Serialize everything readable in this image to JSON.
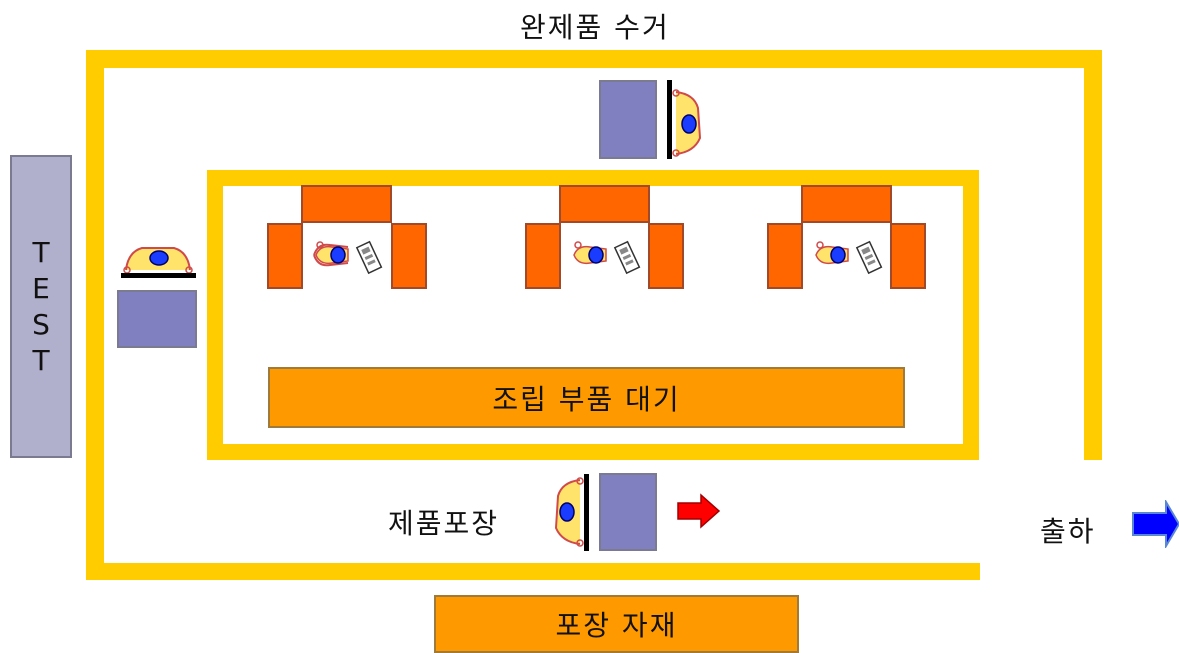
{
  "labels": {
    "top": "완제품 수거",
    "test": [
      "T",
      "E",
      "S",
      "T"
    ],
    "assembly_waiting": "조립 부품 대기",
    "packaging": "제품포장",
    "shipping": "출하",
    "packaging_material": "포장 자재"
  },
  "colors": {
    "belt": "#FFCC00",
    "table": "#8080C0",
    "assembly_bench": "#FF6600",
    "staging": "#FF9900",
    "test_unit": "#B0B0CC",
    "red_arrow": "#FF0000",
    "blue_arrow": "#0000FF"
  },
  "icons": [
    "worker-topview-icon",
    "red-arrow-icon",
    "blue-arrow-icon",
    "tool-icon"
  ]
}
